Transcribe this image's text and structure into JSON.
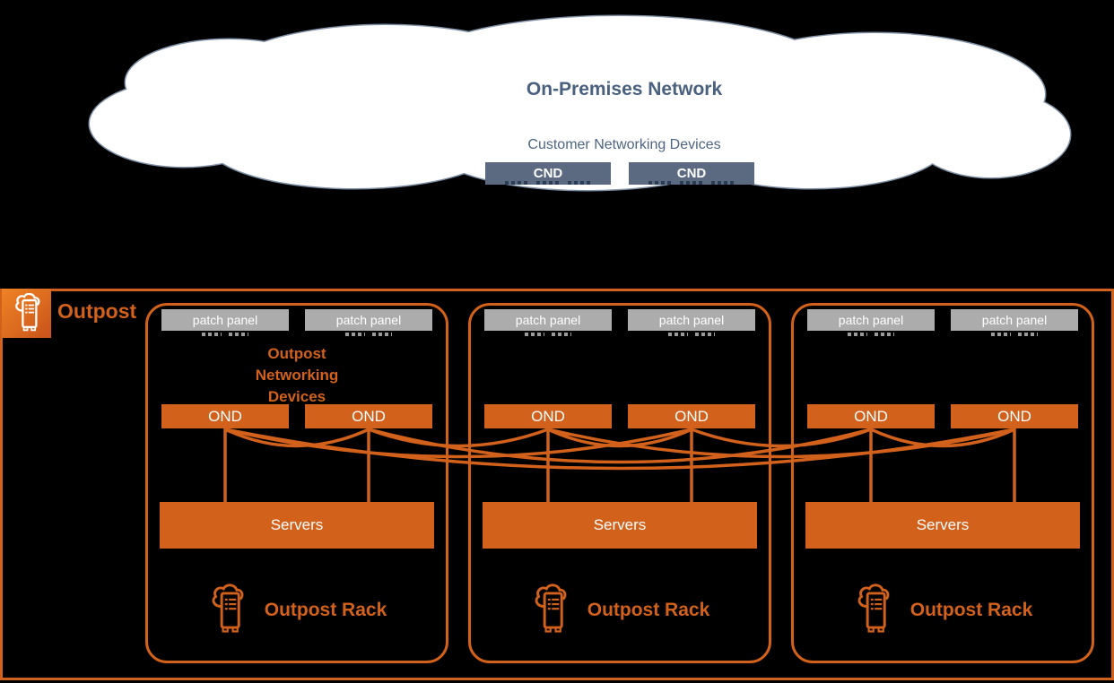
{
  "colors": {
    "background": "#000000",
    "accent_orange": "#D2611C",
    "slate_box": "#5B6A80",
    "slate_ports": "#2C3E55",
    "title_blue": "#49617F",
    "cloud_outline": "#7E90A6",
    "panel_gray": "#ACACAC",
    "white": "#FFFFFF"
  },
  "cloud": {
    "title": "On-Premises Network",
    "subtitle": "Customer Networking Devices",
    "cnd_labels": [
      "CND",
      "CND"
    ]
  },
  "outpost": {
    "label": "Outpost",
    "networking_devices_lines": [
      "Outpost",
      "Networking",
      "Devices"
    ],
    "racks": [
      {
        "patch_panels": [
          "patch panel",
          "patch panel"
        ],
        "onds": [
          "OND",
          "OND"
        ],
        "servers_label": "Servers",
        "rack_label": "Outpost Rack"
      },
      {
        "patch_panels": [
          "patch panel",
          "patch panel"
        ],
        "onds": [
          "OND",
          "OND"
        ],
        "servers_label": "Servers",
        "rack_label": "Outpost Rack"
      },
      {
        "patch_panels": [
          "patch panel",
          "patch panel"
        ],
        "onds": [
          "OND",
          "OND"
        ],
        "servers_label": "Servers",
        "rack_label": "Outpost Rack"
      }
    ]
  }
}
